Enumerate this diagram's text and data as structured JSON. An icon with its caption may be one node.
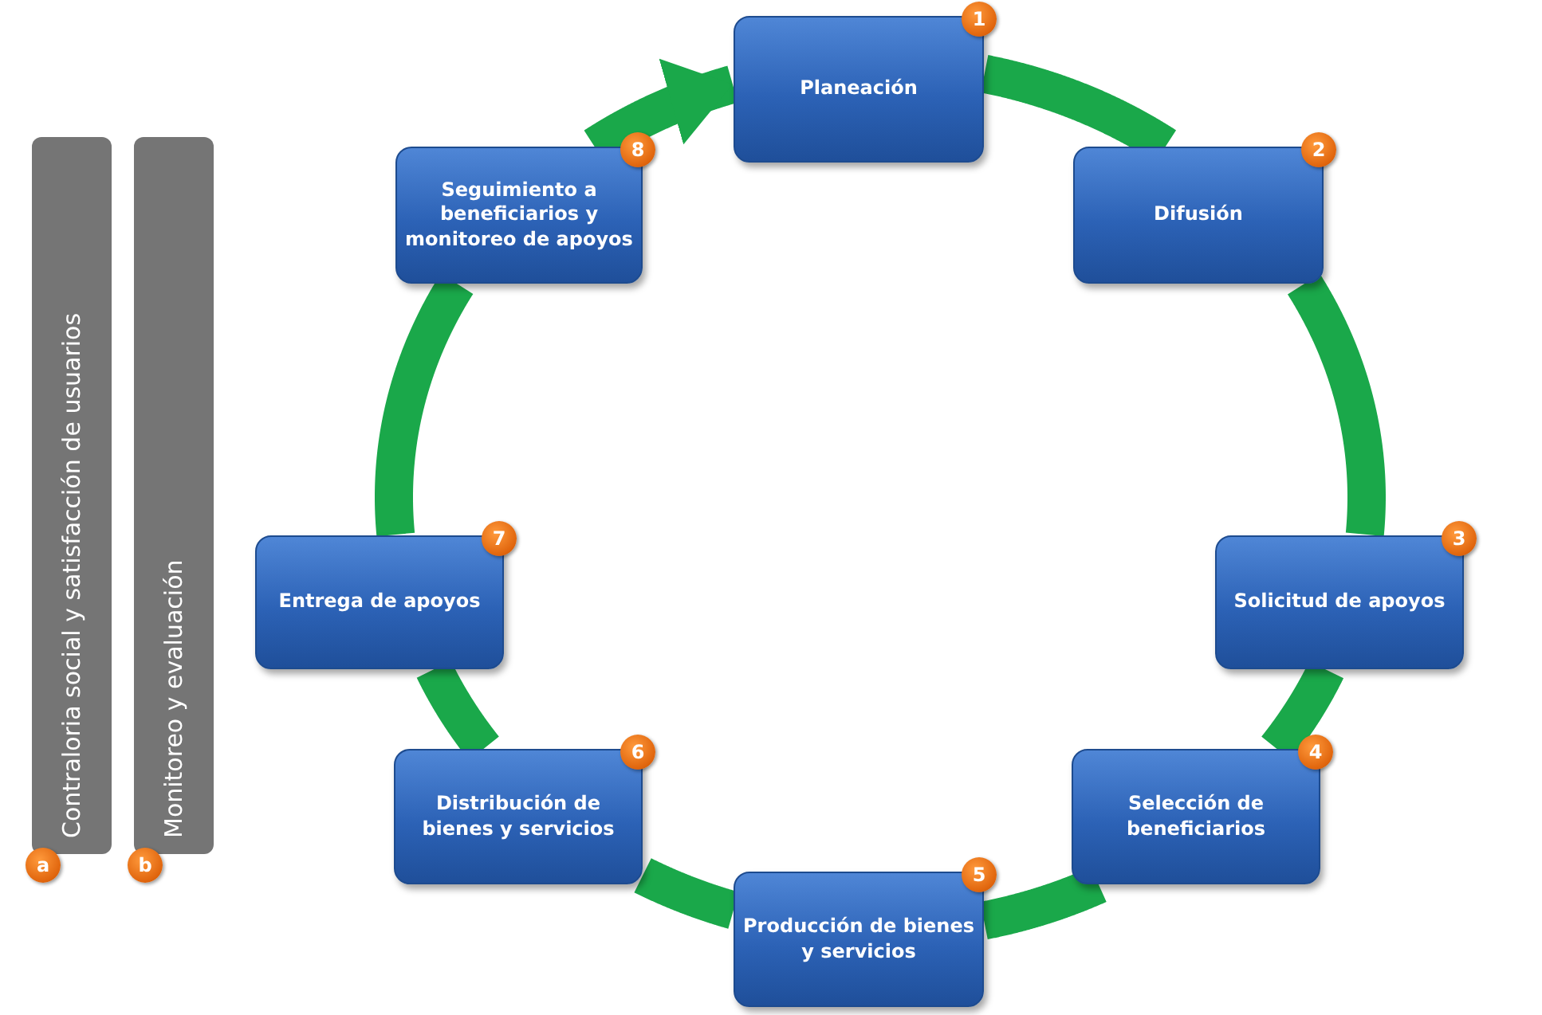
{
  "diagram": {
    "nodes": [
      {
        "text": [
          "Planeación",
          "1"
        ]
      },
      {
        "text": [
          "Difusión",
          "2"
        ]
      },
      {
        "text": [
          "Solicitud de apoyos",
          "3"
        ]
      },
      {
        "text": [
          "Selección de beneficiarios",
          "4"
        ]
      },
      {
        "text": [
          "Producción de bienes y servicios",
          "5"
        ]
      },
      {
        "text": [
          "Distribución de bienes y servicios",
          "6"
        ]
      },
      {
        "text": [
          "Entrega de apoyos",
          "7"
        ]
      },
      {
        "text": [
          "Seguimiento a beneficiarios y monitoreo de apoyos",
          "8"
        ]
      },
      {
        "text": [
          "Contraloria social y satisfacción de usuarios"
        ],
        "beside": [
          "a"
        ]
      },
      {
        "text": [
          "Monitoreo y evaluación"
        ],
        "beside": [
          "b"
        ]
      }
    ],
    "edges": [
      {
        "from": 0,
        "to": 1,
        "arrow": "none"
      },
      {
        "from": 1,
        "to": 2,
        "arrow": "none"
      },
      {
        "from": 2,
        "to": 3,
        "arrow": "none"
      },
      {
        "from": 3,
        "to": 4,
        "arrow": "none"
      },
      {
        "from": 4,
        "to": 5,
        "arrow": "none"
      },
      {
        "from": 5,
        "to": 6,
        "arrow": "none"
      },
      {
        "from": 6,
        "to": 7,
        "arrow": "none"
      },
      {
        "from": 7,
        "to": 0,
        "arrow": "to"
      }
    ]
  }
}
